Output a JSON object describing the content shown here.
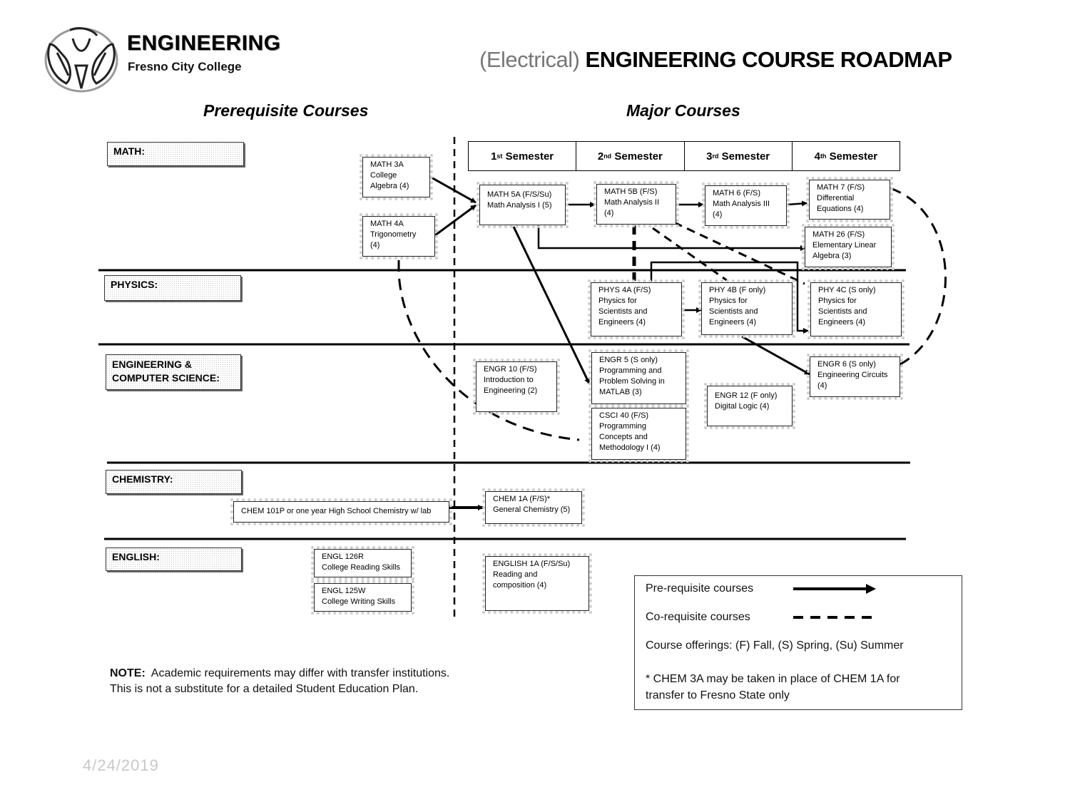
{
  "header": {
    "logo_title": "ENGINEERING",
    "logo_subtitle": "Fresno City College",
    "title_prefix": "(Electrical)",
    "title_main": " ENGINEERING COURSE ROADMAP"
  },
  "sections": {
    "prerequisite": "Prerequisite Courses",
    "major": "Major Courses"
  },
  "semesters": [
    {
      "num": "1",
      "sup": "st",
      "label": " Semester"
    },
    {
      "num": "2",
      "sup": "nd",
      "label": " Semester"
    },
    {
      "num": "3",
      "sup": "rd",
      "label": " Semester"
    },
    {
      "num": "4",
      "sup": "th",
      "label": " Semester"
    }
  ],
  "categories": {
    "math": "MATH:",
    "physics": "PHYSICS:",
    "engcs_line1": "ENGINEERING &",
    "engcs_line2": "COMPUTER SCIENCE:",
    "chemistry": "CHEMISTRY:",
    "english": "ENGLISH:"
  },
  "courses": {
    "math3a": {
      "code": "MATH 3A",
      "name1": "College",
      "name2": "Algebra (4)"
    },
    "math4a": {
      "code": "MATH 4A",
      "name1": "Trigonometry",
      "name2": "(4)"
    },
    "math5a": {
      "code": "MATH 5A (F/S/Su)",
      "name1": "Math Analysis I (5)"
    },
    "math5b": {
      "code": "MATH 5B (F/S)",
      "name1": "Math Analysis II",
      "name2": "(4)"
    },
    "math6": {
      "code": "MATH 6 (F/S)",
      "name1": "Math Analysis III",
      "name2": "(4)"
    },
    "math7": {
      "code": "MATH 7 (F/S)",
      "name1": "Differential",
      "name2": "Equations (4)"
    },
    "math26": {
      "code": "MATH 26 (F/S)",
      "name1": "Elementary Linear",
      "name2": "Algebra (3)"
    },
    "phys4a": {
      "code": "PHYS 4A  (F/S)",
      "name1": "Physics for",
      "name2": "Scientists and",
      "name3": "Engineers (4)"
    },
    "phy4b": {
      "code": "PHY 4B (F only)",
      "name1": "Physics for",
      "name2": "Scientists and",
      "name3": "Engineers (4)"
    },
    "phy4c": {
      "code": "PHY 4C (S only)",
      "name1": "Physics for",
      "name2": "Scientists and",
      "name3": "Engineers (4)"
    },
    "engr10": {
      "code": "ENGR 10 (F/S)",
      "name1": "Introduction to",
      "name2": "Engineering (2)"
    },
    "engr5": {
      "code": "ENGR 5 (S only)",
      "name1": "Programming and",
      "name2": "Problem Solving in",
      "name3": "MATLAB (3)"
    },
    "csci40": {
      "code": "CSCI 40 (F/S)",
      "name1": "Programming",
      "name2": "Concepts and",
      "name3": "Methodology I (4)"
    },
    "engr12": {
      "code": "ENGR 12 (F only)",
      "name1": "Digital Logic (4)"
    },
    "engr6": {
      "code": "ENGR 6 (S only)",
      "name1": "Engineering Circuits",
      "name2": "(4)"
    },
    "chem101p": {
      "code": "CHEM 101P or one year High School Chemistry w/ lab"
    },
    "chem1a": {
      "code": "CHEM 1A (F/S)*",
      "name1": "General Chemistry (5)"
    },
    "engl126r": {
      "code": "ENGL 126R",
      "name1": "College Reading Skills"
    },
    "engl125w": {
      "code": "ENGL 125W",
      "name1": "College Writing Skills"
    },
    "english1a": {
      "code": "ENGLISH 1A (F/S/Su)",
      "name1": "Reading and",
      "name2": "composition (4)"
    }
  },
  "legend": {
    "prereq": "Pre-requisite courses",
    "coreq": "Co-requisite courses",
    "offerings": "Course offerings: (F) Fall, (S) Spring, (Su) Summer",
    "chem_note1": "* CHEM 3A may be taken in place of CHEM 1A for",
    "chem_note2": "transfer to Fresno State only"
  },
  "note": {
    "label": "NOTE:",
    "line1": "  Academic requirements may differ with transfer institutions.",
    "line2": "This is not a substitute for a detailed Student Education Plan."
  },
  "date": "4/24/2019"
}
